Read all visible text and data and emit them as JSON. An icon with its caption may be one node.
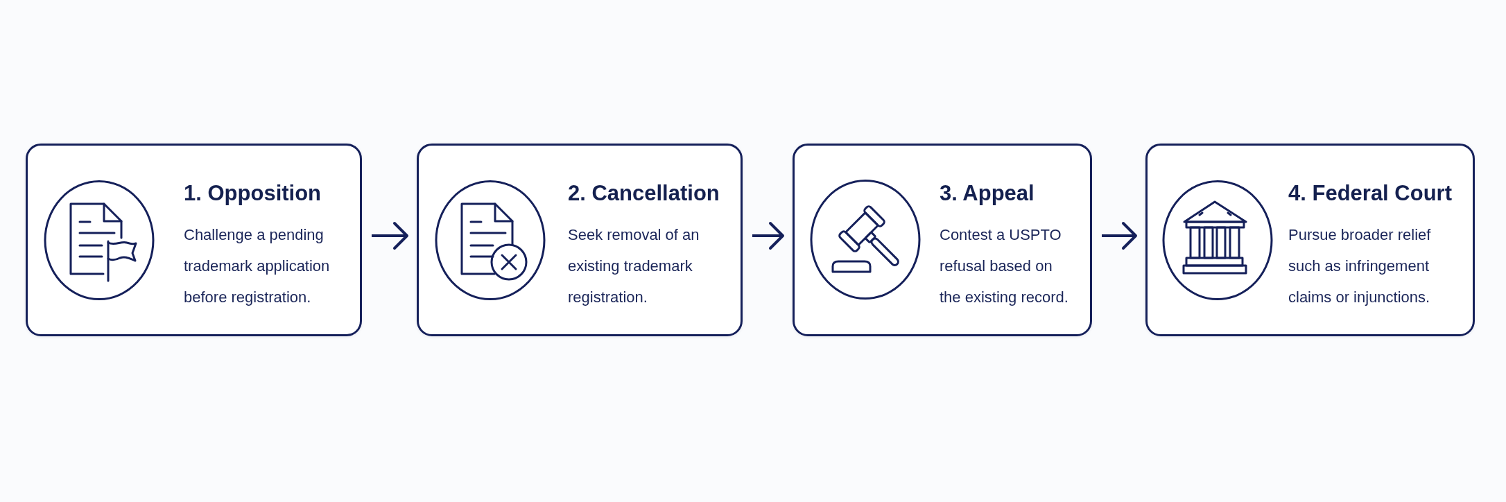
{
  "diagram": {
    "nodes": [
      {
        "text": [
          "1. Opposition",
          "Challenge a pending trademark application before registration."
        ]
      },
      {
        "text": [
          "2. Cancellation",
          "Seek removal of an existing trademark registration."
        ]
      },
      {
        "text": [
          "3. Appeal",
          "Contest a USPTO refusal based on the existing record."
        ]
      },
      {
        "text": [
          "4. Federal Court",
          "Pursue broader relief such as infringement claims or injunctions."
        ]
      }
    ],
    "edges": [
      {
        "from": 0,
        "to": 1,
        "arrow": "to"
      },
      {
        "from": 1,
        "to": 2,
        "arrow": "to"
      },
      {
        "from": 2,
        "to": 3,
        "arrow": "to"
      }
    ]
  }
}
